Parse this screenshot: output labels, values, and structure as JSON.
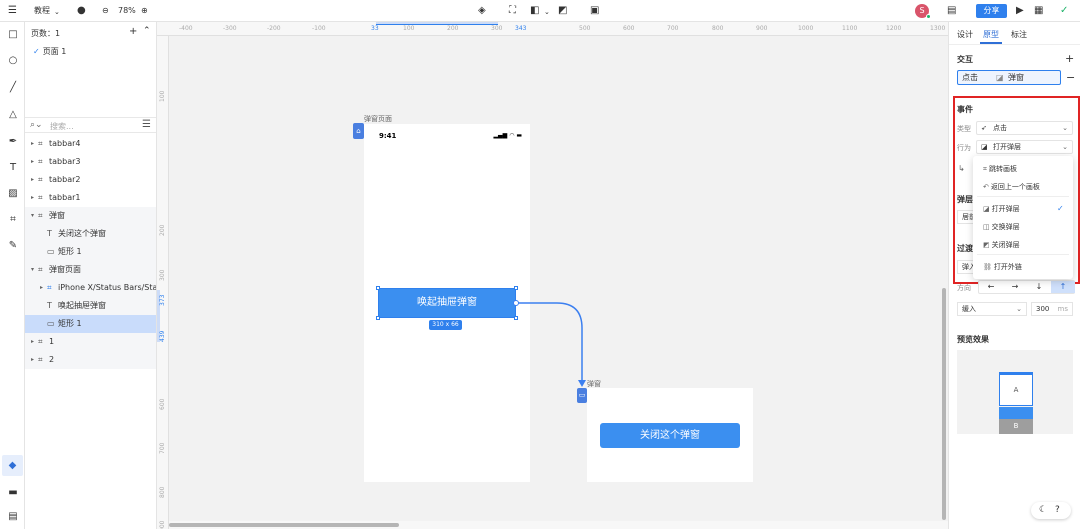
{
  "toolbar": {
    "project": "教程",
    "zoom": "78%",
    "share": "分享",
    "avatar_letter": "S"
  },
  "layers_panel": {
    "pages_header": "页数：1",
    "page_item": "页面 1",
    "search_placeholder": "搜索...",
    "layers": [
      {
        "name": "tabbar4",
        "type": "frame"
      },
      {
        "name": "tabbar3",
        "type": "frame"
      },
      {
        "name": "tabbar2",
        "type": "frame"
      },
      {
        "name": "tabbar1",
        "type": "frame"
      },
      {
        "name": "弹窗",
        "type": "frame"
      },
      {
        "name": "关闭这个弹窗",
        "type": "text"
      },
      {
        "name": "矩形 1",
        "type": "rect"
      },
      {
        "name": "弹窗页面",
        "type": "frame"
      },
      {
        "name": "iPhone X/Status Bars/Sta...",
        "type": "component"
      },
      {
        "name": "唤起抽屉弹窗",
        "type": "text"
      },
      {
        "name": "矩形 1",
        "type": "rect"
      },
      {
        "name": "1",
        "type": "frame"
      },
      {
        "name": "2",
        "type": "frame"
      }
    ]
  },
  "canvas": {
    "ruler_top": [
      "-400",
      "-300",
      "-200",
      "-100",
      "33",
      "100",
      "200",
      "300",
      "343",
      "500",
      "600",
      "700",
      "800",
      "900",
      "1000",
      "1100",
      "1200",
      "1300"
    ],
    "ruler_left": [
      "100",
      "200",
      "300",
      "373",
      "439",
      "600",
      "700",
      "800",
      "900"
    ],
    "phone_label": "弹窗页面",
    "status_time": "9:41",
    "open_button": "唤起抽屉弹窗",
    "size_badge": "310 x 66",
    "popup_label": "弹窗",
    "close_button": "关闭这个弹窗"
  },
  "right_panel": {
    "tabs": [
      "设计",
      "原型",
      "标注"
    ],
    "interaction_title": "交互",
    "interaction_trigger": "点击",
    "interaction_action": "弹窗",
    "event_title": "事件",
    "type_label": "类型",
    "type_value": "点击",
    "action_label": "行为",
    "action_value": "打开弹层",
    "popup_settings_partial": "弹层设",
    "position_partial": "居前",
    "transition_partial": "过渡动",
    "enter_partial": "弹入",
    "direction_label": "方向",
    "directions": [
      "←",
      "→",
      "↓",
      "↑"
    ],
    "easing": "缓入",
    "duration": "300",
    "duration_unit": "ms",
    "preview_title": "预览效果",
    "preview_a": "A",
    "preview_b": "B"
  },
  "dropdown": {
    "items": [
      "跳转画板",
      "返回上一个画板",
      "打开弹层",
      "交换弹层",
      "关闭弹层",
      "打开外链"
    ],
    "selected": "打开弹层"
  },
  "colors": {
    "accent": "#2f80ed",
    "button_blue": "#3b8ff0",
    "highlight_red": "#e02424"
  }
}
